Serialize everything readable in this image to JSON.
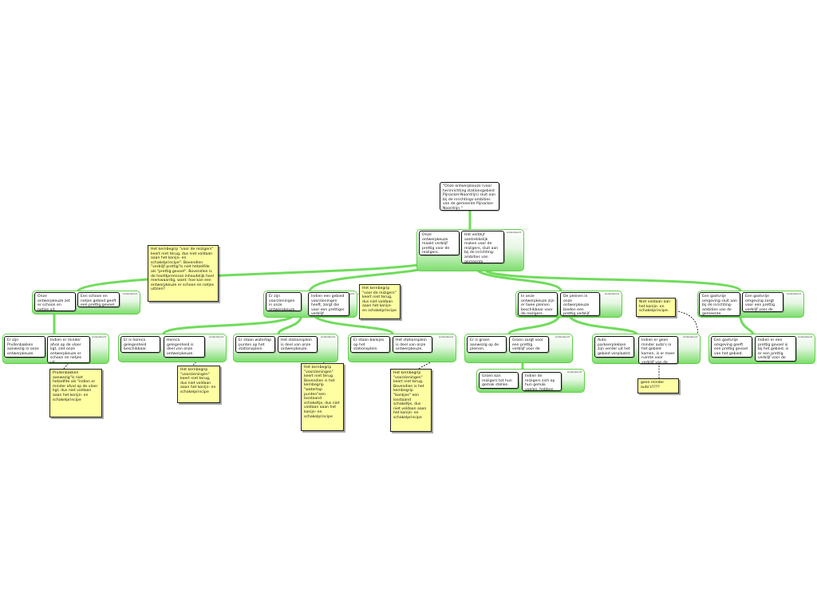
{
  "colors": {
    "connector": "#6fdc5a",
    "group_fill": "#7ede6e",
    "note_fill": "#fefea2"
  },
  "root": {
    "text": "\"Onze ontwerpkeuze (voor herinrichting stationsgebied Pijnacker-Noordrijn) sluit aan bij de inrichtings-ambities van de gemeente Pijnacker-Noordrijn.\""
  },
  "groups": {
    "g_main": {
      "label": "ondersteunt"
    },
    "g_a": {
      "label": "ondersteunt"
    },
    "g_b": {
      "label": "ondersteunt"
    },
    "g_c": {
      "label": "ondersteunt"
    },
    "g_d": {
      "label": "ondersteunt"
    },
    "g_a1": {
      "label": "ondersteunt"
    },
    "g_b1": {
      "label": "ondersteunt"
    },
    "g_b2": {
      "label": "ondersteunt"
    },
    "g_b3": {
      "label": "ondersteunt"
    },
    "g_c1": {
      "label": "ondersteunt"
    },
    "g_c1b": {
      "label": "ondersteunt"
    },
    "g_c2": {
      "label": "ondersteunt"
    },
    "g_d1": {
      "label": "ondersteunt"
    }
  },
  "boxes": {
    "main_claim": "Onze ontwerpkeuze maakt verblijf prettig voor de reizigers.",
    "main_reason": "Het verblijf aantrekkelijk maken voor de reizigers, sluit aan bij de inrichting-ambities van gemeente Pijnacker-Noordrijn.",
    "a_claim": "Onze ontwerpkeuze zet er schoon en netjes uit.",
    "a_reason": "Een schoon en netjes gebied geeft een prettig gevoel.",
    "b_claim": "Er zijn voorzieningen in onze ontwerpkeuze.",
    "b_reason": "Indien een gebied voorzieningen heeft, zorgt die voor een prettiger verblijf.",
    "c_claim": "In onze ontwerpkeuze zijn er twee pleinen beschikbaar voor de reizigers.",
    "c_reason": "De pleinen in onze ontwerpkeuze bieden een prettig verblijf voor de reizigers.",
    "d_claim": "Een gastvrije omgeving sluit aan bij de inrichting-ambities van de gemeente Pijnacker-Noordrijn.",
    "d_reason": "Een gastvrije omgeving zorgt voor een prettig verblijf voor de reizigers.",
    "a1_claim": "Er zijn Prullenbakken aanwezig in onze ontwerpkeuze.",
    "a1_reason": "Indien er minder afval op de vloer ligt, ziet onze ontwerpkeuze er schoon en netjes uit.",
    "b1_claim": "Er is horeca gelegenheid beschikbaar.",
    "b1_reason": "Horeca gelegenheid is deel van onze ontwerpkeuze.",
    "b2_claim": "Er staan watertap punten op het stationsplein.",
    "b2_reason": "Het stationsplein is deel van onze ontwerpkeuze.",
    "b3_claim": "Er staan bankjes op het stationsplein.",
    "b3_reason": "Het stationsplein is deel van onze ontwerpkeuze.",
    "c1_claim": "Er is groen aanwezig op de pleinen.",
    "c1_reason": "Groen zorgt voor een prettig verblijf voor de reizigers.",
    "c1b_claim": "Groen kan reizigers tot hun gemak stellen.",
    "c1b_reason": "Indien de reizigers zich op hun gemak voelen, hebben zij een prettig verblijf.",
    "c2_claim": "Auto parkeerplekken zijn verder uit het gebied verplaatst.",
    "c2_reason": "Indien er geen minder auto's in het gebied komen, is er meer ruimte voor verblijf van de reizigers.",
    "d1_claim": "Een gastvrije omgeving geeft een prettig gevoel van het gebied.",
    "d1_reason": "Indien er een prettig gevoel is bij het gebied, is er een prettig verblijf voor de reizigers."
  },
  "notes": {
    "n1": "Het kernbegrip \"voor de reizigers\" keert niet terug, dus niet voldaan aaan het konijn- en schakelprincipe\". Bovendien \"verblijf prettig\"is niet hetzelfde als \"prettig gevoel\". Bovendien is de hoofdpremisse inhoudelijk heel merkwaardig, want: hoe kan een ontwerpkeuze er schoon en netjes uitzien?",
    "n2": "Het kernbegrip \"voor de reizigers\" keert niet terug, dus niet voldaan aaan het konijn- en schakelprincipe",
    "n3": "Niet voldaan aan het konijn- en schakelprincipe.",
    "n4": "Prullenbakken aanwezig\"is niet hetzelfde als \"indien er minder afval op de vloer ligt, dus niet voldaan aaan het konijn- en schakelprincipe",
    "n5": "Het kernbegrip \"voorzieningen\" keert niet terug, dus niet voldaan aaan het konijn- en schakelprincipe",
    "n6": "Het kernbegrip \"voorzieningen\" keert niet terug. Bovendien is het kernbegrip \"watertap punten\"een losstaand schakeltje, dus niet voldaan aaan het konijn- en schakelprincipe",
    "n7": "Het kernbegrip \"voorzieningen\" keert niet terug. Bovendien is het kernbegrip \"bankjes\" een losstaand schakeltje, dus niet voldaan aaan het konijn- en schakelprincipe",
    "n8": "geen minder auto's????"
  }
}
